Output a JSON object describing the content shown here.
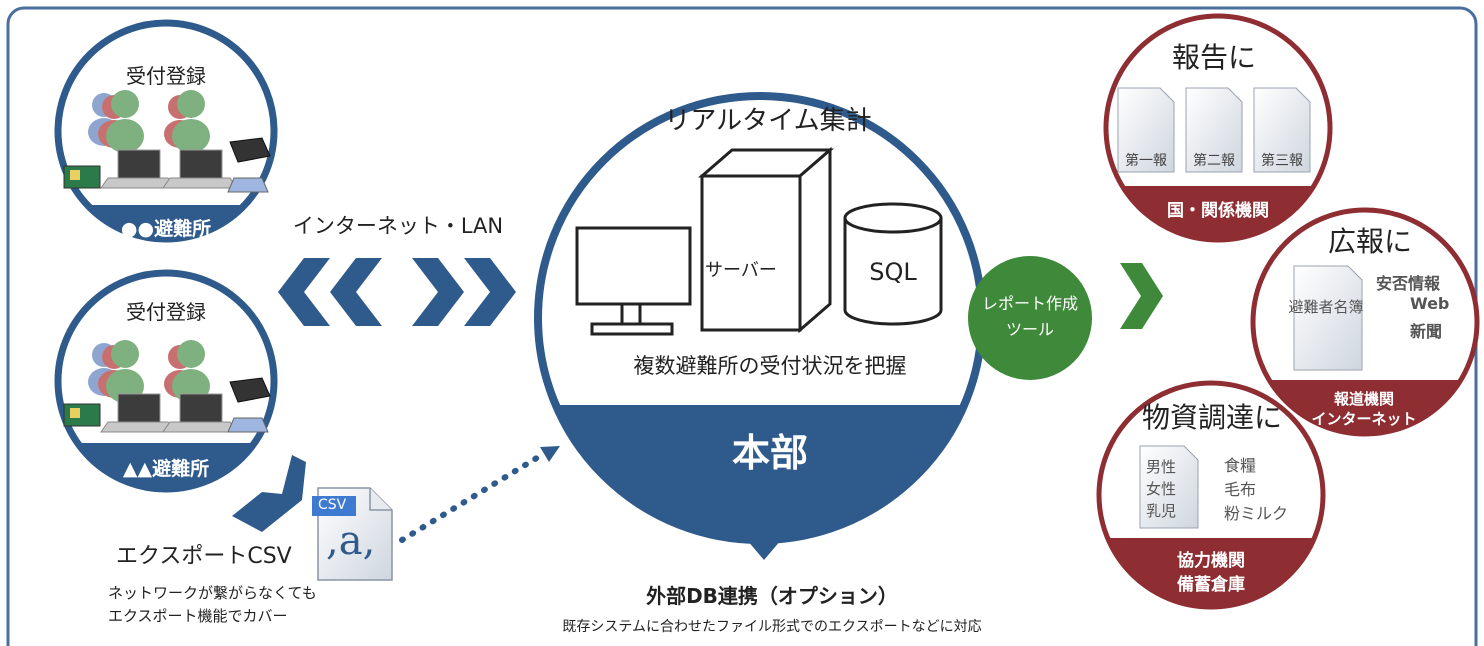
{
  "shelter1": {
    "reception_label": "受付登録",
    "name": "●●避難所"
  },
  "shelter2": {
    "reception_label": "受付登録",
    "name": "▲▲避難所"
  },
  "network_label": "インターネット・LAN",
  "export": {
    "file_badge": "CSV",
    "file_glyph": ",a,",
    "title": "エクスポートCSV",
    "note_line1": "ネットワークが繋がらなくても",
    "note_line2": "エクスポート機能でカバー"
  },
  "hq": {
    "title": "リアルタイム集計",
    "server_label": "サーバー",
    "db_label": "SQL",
    "status": "複数避難所の受付状況を把握",
    "name": "本部"
  },
  "external": {
    "title": "外部DB連携（オプション）",
    "subtitle": "既存システムに合わせたファイル形式でのエクスポートなどに対応"
  },
  "report_tool": {
    "line1": "レポート作成",
    "line2": "ツール"
  },
  "report": {
    "title": "報告に",
    "docs": [
      "第一報",
      "第二報",
      "第三報"
    ],
    "band": "国・関係機関"
  },
  "pr": {
    "title": "広報に",
    "doc": "避難者名簿",
    "items": [
      "安否情報",
      "Web",
      "新聞"
    ],
    "band_line1": "報道機関",
    "band_line2": "インターネット"
  },
  "supply": {
    "title": "物資調達に",
    "doc_lines": [
      "男性",
      "女性",
      "乳児"
    ],
    "items": [
      "食糧",
      "毛布",
      "粉ミルク"
    ],
    "band_line1": "協力機関",
    "band_line2": "備蓄倉庫"
  },
  "colors": {
    "primary_blue": "#2f5a8c",
    "dark_red": "#8e2d32",
    "green": "#3f8a3a",
    "frame": "#4a6f9c"
  }
}
